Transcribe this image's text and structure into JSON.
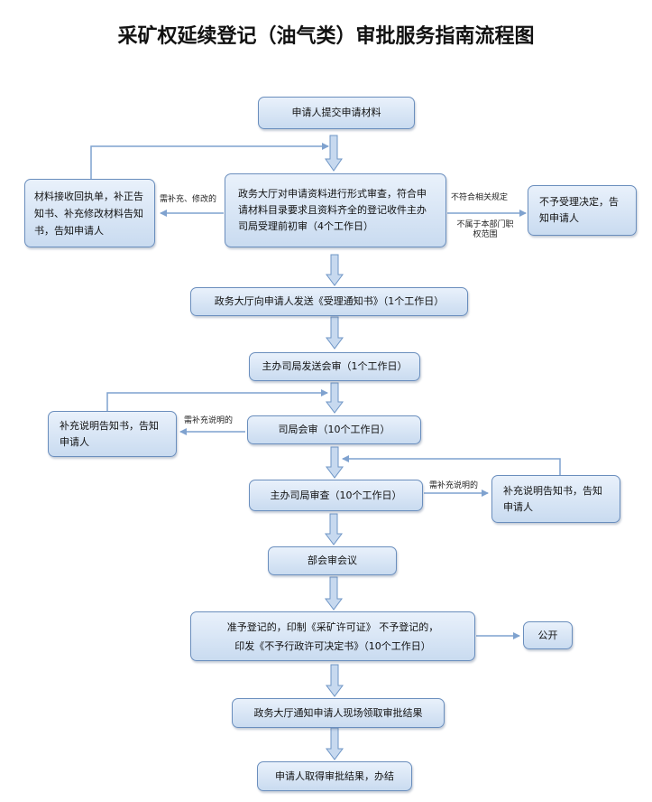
{
  "title": "采矿权延续登记（油气类）审批服务指南流程图",
  "nodes": {
    "submit": "申请人提交申请材料",
    "review": "政务大厅对申请资料进行形式审查，符合申请材料目录要求且资料齐全的登记收件主办司局受理前初审（4个工作日）",
    "receipt": "材料接收回执单，补正告知书、补充修改材料告知书，告知申请人",
    "reject": "不予受理决定，告知申请人",
    "notice": "政务大厅向申请人发送《受理通知书》（1个工作日）",
    "send_review": "主办司局发送会审（1个工作日）",
    "joint_review": "司局会审（10个工作日）",
    "supplement_left": "补充说明告知书，告知申请人",
    "host_review": "主办司局审查（10个工作日）",
    "supplement_right": "补充说明告知书，告知申请人",
    "ministry": "部会审会议",
    "decision_line1": "准予登记的，印制《采矿许可证》 不予登记的，",
    "decision_line2": "印发《不予行政许可决定书》（10个工作日）",
    "publish": "公开",
    "notify": "政务大厅通知申请人现场领取审批结果",
    "finish": "申请人取得审批结果，办结"
  },
  "edge_labels": {
    "need_fix": "需补充、修改的",
    "not_match": "不符合相关规定",
    "not_dept_line1": "不属于本部门职",
    "not_dept_line2": "权范围",
    "need_explain_left": "需补充说明的",
    "need_explain_right": "需补充说明的"
  },
  "colors": {
    "box_border": "#6a8ebd",
    "box_fill_top": "#e9f1fb",
    "box_fill_bottom": "#c9dbf0",
    "arrow": "#7fa2cf"
  }
}
